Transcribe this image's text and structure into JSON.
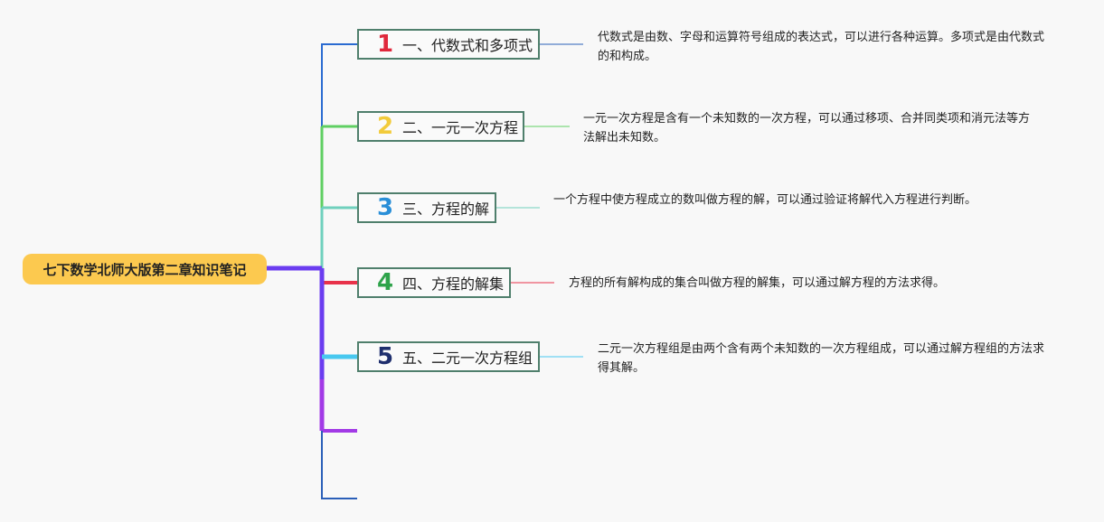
{
  "root": {
    "label": "七下数学北师大版第二章知识笔记"
  },
  "colors": {
    "trunk_upper": "#2a6bd1",
    "trunk_lower_a": "#6b3df0",
    "trunk_lower_b": "#a23ae6",
    "root_bg": "#fcc94f"
  },
  "branches": [
    {
      "num": "1",
      "num_color": "#e0283c",
      "line_color": "#2a5fb8",
      "label": "一、代数式和多项式",
      "desc": "代数式是由数、字母和运算符号组成的表达式，可以进行各种运算。多项式是由代数式的和构成。"
    },
    {
      "num": "2",
      "num_color": "#f2cb3b",
      "line_color": "#5fcf62",
      "label": "二、一元一次方程",
      "desc": "一元一次方程是含有一个未知数的一次方程，可以通过移项、合并同类项和消元法等方法解出未知数。"
    },
    {
      "num": "3",
      "num_color": "#2a8fd8",
      "line_color": "#6fd0bd",
      "label": "三、方程的解",
      "desc": "一个方程中使方程成立的数叫做方程的解，可以通过验证将解代入方程进行判断。"
    },
    {
      "num": "4",
      "num_color": "#2ea34a",
      "line_color": "#e8324a",
      "label": "四、方程的解集",
      "desc": "方程的所有解构成的集合叫做方程的解集，可以通过解方程的方法求得。"
    },
    {
      "num": "5",
      "num_color": "#1f2f6e",
      "line_color": "#48c8ef",
      "label": "五、二元一次方程组",
      "desc": "二元一次方程组是由两个含有两个未知数的一次方程组成，可以通过解方程组的方法求得其解。"
    }
  ],
  "empty_branch_colors": [
    "#a23ae6",
    "#2a5fb8"
  ]
}
